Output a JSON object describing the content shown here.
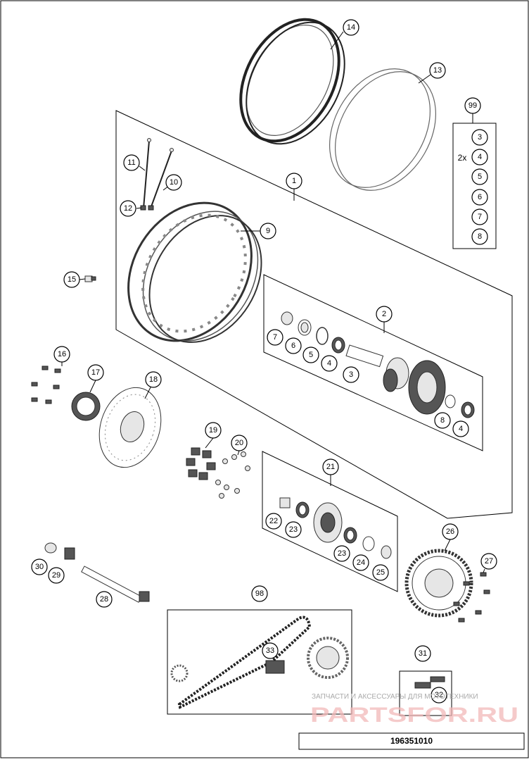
{
  "callouts": {
    "c1": "1",
    "c2": "2",
    "c3": "3",
    "c4": "4",
    "c5": "5",
    "c6": "6",
    "c7": "7",
    "c8": "8",
    "c9": "9",
    "c10": "10",
    "c11": "11",
    "c12": "12",
    "c13": "13",
    "c14": "14",
    "c15": "15",
    "c16": "16",
    "c17": "17",
    "c18": "18",
    "c19": "19",
    "c20": "20",
    "c21": "21",
    "c22": "22",
    "c23": "23",
    "c24": "24",
    "c25": "25",
    "c26": "26",
    "c27": "27",
    "c28": "28",
    "c29": "29",
    "c30": "30",
    "c31": "31",
    "c32": "32",
    "c33": "33",
    "c98": "98",
    "c99": "99"
  },
  "kit99": {
    "multiplier": "2x",
    "items": [
      "3",
      "4",
      "5",
      "6",
      "7",
      "8"
    ]
  },
  "watermark": {
    "line1": "ЗАПЧАСТИ И АКСЕССУАРЫ ДЛЯ МОТОТЕХНИКИ",
    "line2": "PARTSFOR.RU"
  },
  "document_number": "196351010"
}
